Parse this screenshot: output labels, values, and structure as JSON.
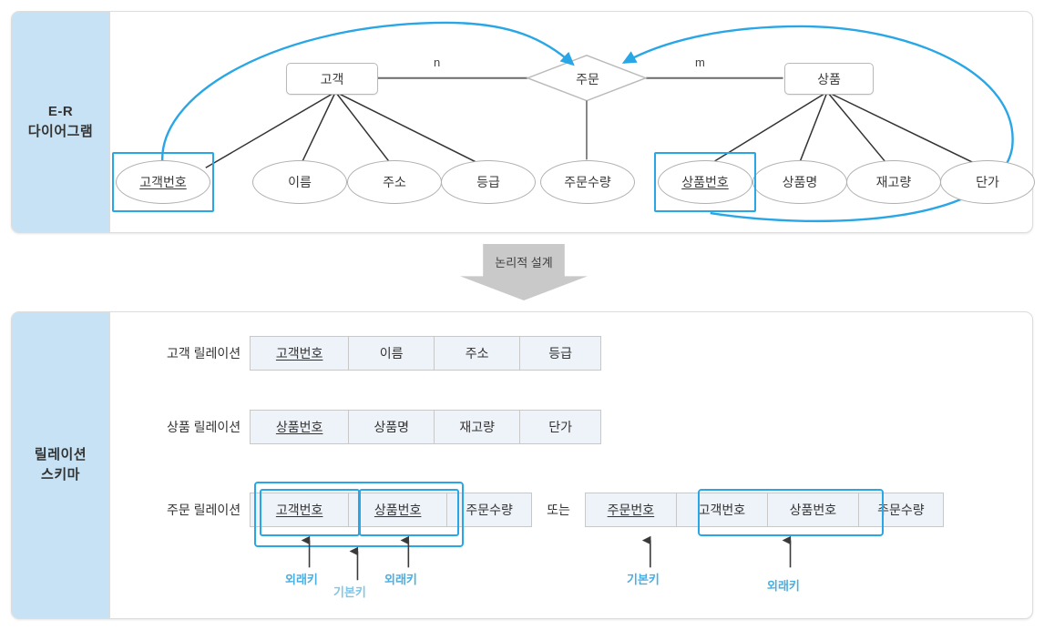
{
  "er_section": {
    "label": "E-R\n다이어그램",
    "label_line1": "E-R",
    "label_line2": "다이어그램",
    "entities": [
      {
        "name": "고객"
      },
      {
        "name": "상품"
      }
    ],
    "relationship": {
      "name": "주문"
    },
    "cardinality": {
      "left": "n",
      "right": "m"
    },
    "customer_attributes": [
      "고객번호",
      "이름",
      "주소",
      "등급"
    ],
    "customer_key": "고객번호",
    "relationship_attributes": [
      "주문수량"
    ],
    "product_attributes": [
      "상품번호",
      "상품명",
      "재고량",
      "단가"
    ],
    "product_key": "상품번호",
    "highlight_color": "#29a6e6"
  },
  "flow": {
    "arrow_label": "논리적 설계"
  },
  "schema_section": {
    "label_line1": "릴레이션",
    "label_line2": "스키마",
    "relations": [
      {
        "name": "고객 릴레이션",
        "columns": [
          "고객번호",
          "이름",
          "주소",
          "등급"
        ],
        "primary_key": "고객번호"
      },
      {
        "name": "상품 릴레이션",
        "columns": [
          "상품번호",
          "상품명",
          "재고량",
          "단가"
        ],
        "primary_key": "상품번호"
      }
    ],
    "order_relation": {
      "name": "주문 릴레이션",
      "or_text": "또는",
      "variant_a": {
        "columns": [
          "고객번호",
          "상품번호",
          "주문수량"
        ],
        "primary_key_columns": [
          "고객번호",
          "상품번호"
        ],
        "foreign_key_columns": [
          "고객번호",
          "상품번호"
        ],
        "annotations": [
          {
            "label": "외래키",
            "target": "고객번호"
          },
          {
            "label": "기본키",
            "target": "고객번호+상품번호"
          },
          {
            "label": "외래키",
            "target": "상품번호"
          }
        ]
      },
      "variant_b": {
        "columns": [
          "주문번호",
          "고객번호",
          "상품번호",
          "주문수량"
        ],
        "primary_key_columns": [
          "주문번호"
        ],
        "foreign_key_columns": [
          "고객번호",
          "상품번호"
        ],
        "annotations": [
          {
            "label": "기본키",
            "target": "주문번호"
          },
          {
            "label": "외래키",
            "target": "고객번호+상품번호"
          }
        ]
      }
    }
  }
}
